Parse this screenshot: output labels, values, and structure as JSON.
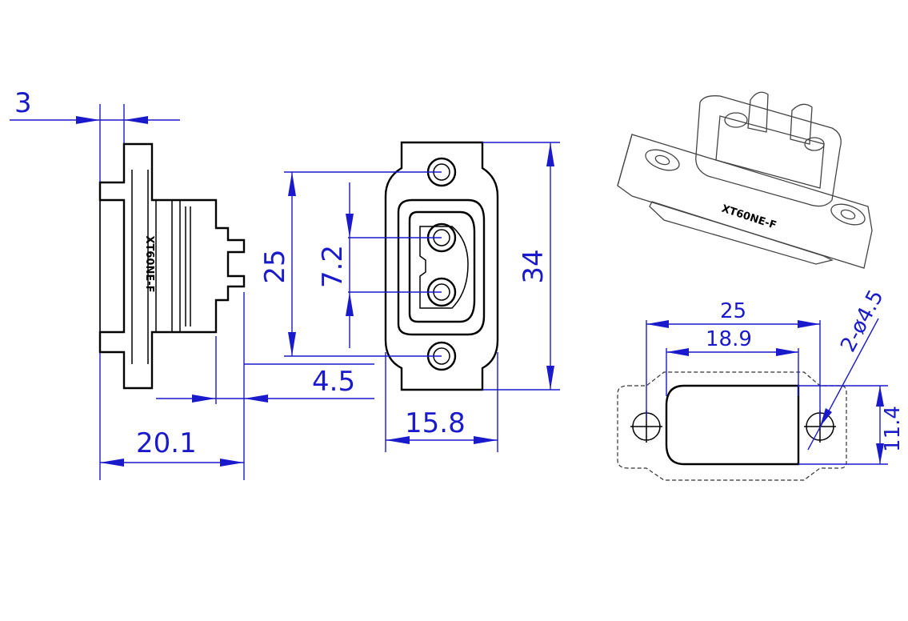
{
  "side_view": {
    "dim_top": "3",
    "dim_gap": "4.5",
    "dim_total": "20.1",
    "part_label": "XT60NE-F"
  },
  "front_view": {
    "dim_pin_spacing": "7.2",
    "dim_hole_spacing": "25",
    "dim_height": "34",
    "dim_width": "15.8"
  },
  "iso_view": {
    "part_label": "XT60NE-F"
  },
  "panel_cutout": {
    "dim_hole_spacing": "25",
    "dim_cutout_width": "18.9",
    "dim_cutout_height": "11.4",
    "dim_hole_dia": "2-ø4.5"
  }
}
